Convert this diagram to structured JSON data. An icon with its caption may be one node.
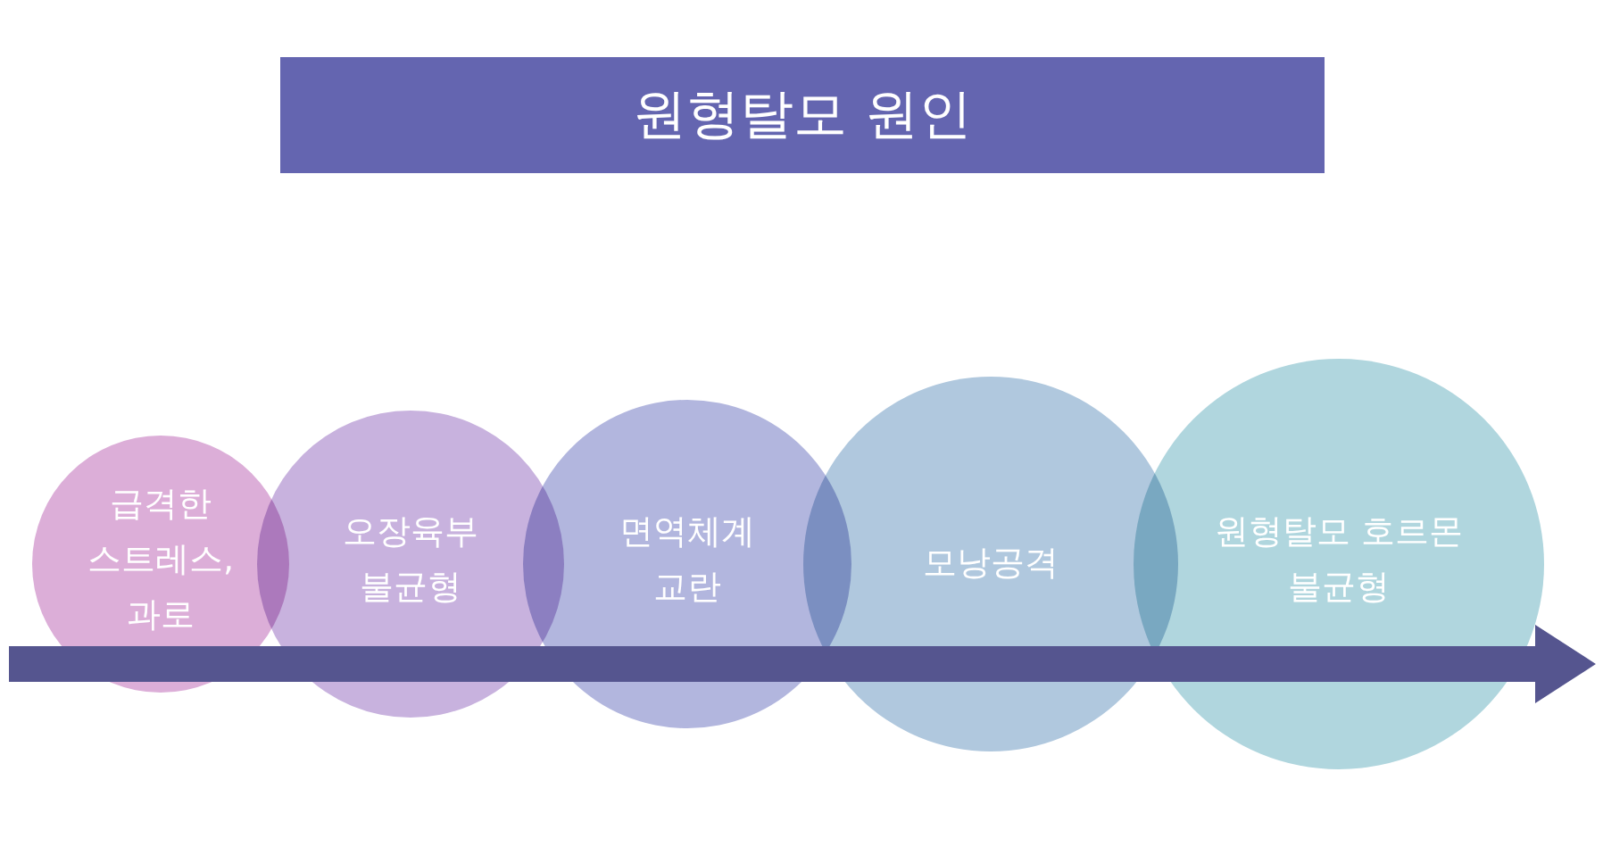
{
  "diagram": {
    "title": "원형탈모 원인",
    "nodes": [
      {
        "text": [
          "급격한 스트레스, 과로"
        ]
      },
      {
        "text": [
          "오장육부 불균형"
        ]
      },
      {
        "text": [
          "면역체계 교란"
        ]
      },
      {
        "text": [
          "모낭공격"
        ]
      },
      {
        "text": [
          "원형탈모 호르몬 불균형"
        ]
      }
    ],
    "edges": []
  }
}
